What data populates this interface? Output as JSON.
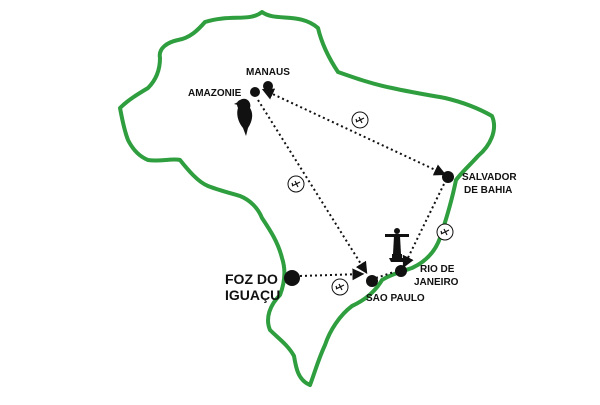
{
  "map": {
    "country_color": "#2e9e3e",
    "route_color": "#111111",
    "cities": [
      {
        "id": "manaus",
        "label_lines": [
          "MANAUS"
        ]
      },
      {
        "id": "amazonie",
        "label_lines": [
          "AMAZONIE"
        ]
      },
      {
        "id": "salvador",
        "label_lines": [
          "SALVADOR",
          "DE BAHIA"
        ]
      },
      {
        "id": "rio",
        "label_lines": [
          "RIO DE",
          "JANEIRO"
        ]
      },
      {
        "id": "sao-paulo",
        "label_lines": [
          "SAO PAULO"
        ]
      },
      {
        "id": "foz",
        "label_lines": [
          "FOZ DO",
          "IGUAÇU"
        ]
      }
    ],
    "routes": [
      {
        "from": "amazonie",
        "to": "salvador",
        "mode": "plane"
      },
      {
        "from": "amazonie",
        "to": "sao-paulo",
        "mode": "plane"
      },
      {
        "from": "salvador",
        "to": "rio",
        "mode": "plane"
      },
      {
        "from": "foz",
        "to": "sao-paulo",
        "mode": "plane"
      }
    ],
    "icons": [
      "parrot-icon",
      "christ-redeemer-icon",
      "airplane-icon"
    ]
  }
}
